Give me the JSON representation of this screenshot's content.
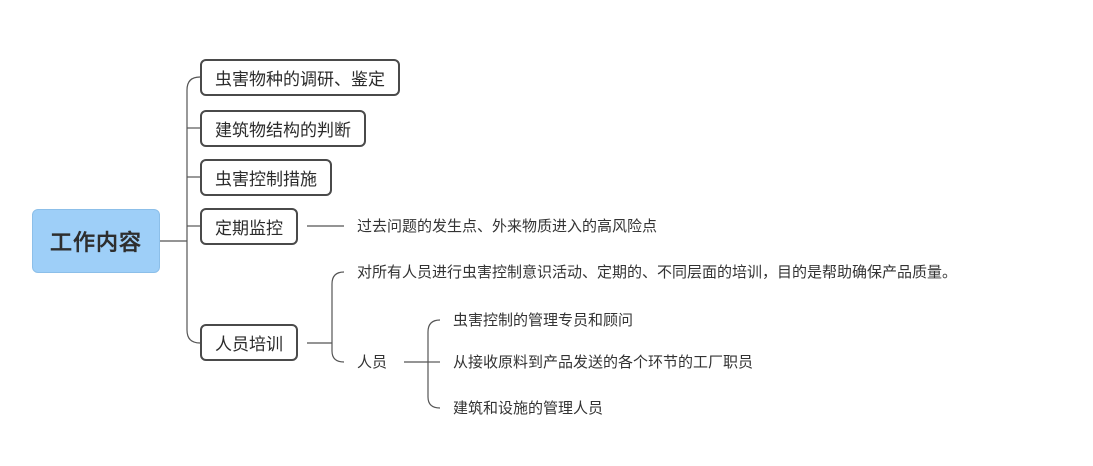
{
  "root": {
    "label": "工作内容"
  },
  "topics": [
    {
      "label": "虫害物种的调研、鉴定"
    },
    {
      "label": "建筑物结构的判断"
    },
    {
      "label": "虫害控制措施"
    },
    {
      "label": "定期监控",
      "children": [
        "过去问题的发生点、外来物质进入的高风险点"
      ]
    },
    {
      "label": "人员培训",
      "children": [
        "对所有人员进行虫害控制意识活动、定期的、不同层面的培训，目的是帮助确保产品质量。"
      ],
      "group": {
        "label": "人员",
        "children": [
          "虫害控制的管理专员和顾问",
          "从接收原料到产品发送的各个环节的工厂职员",
          "建筑和设施的管理人员"
        ]
      }
    }
  ],
  "colors": {
    "root_fill": "#9ecff8",
    "line": "#555555",
    "border": "#4a4a4a"
  }
}
